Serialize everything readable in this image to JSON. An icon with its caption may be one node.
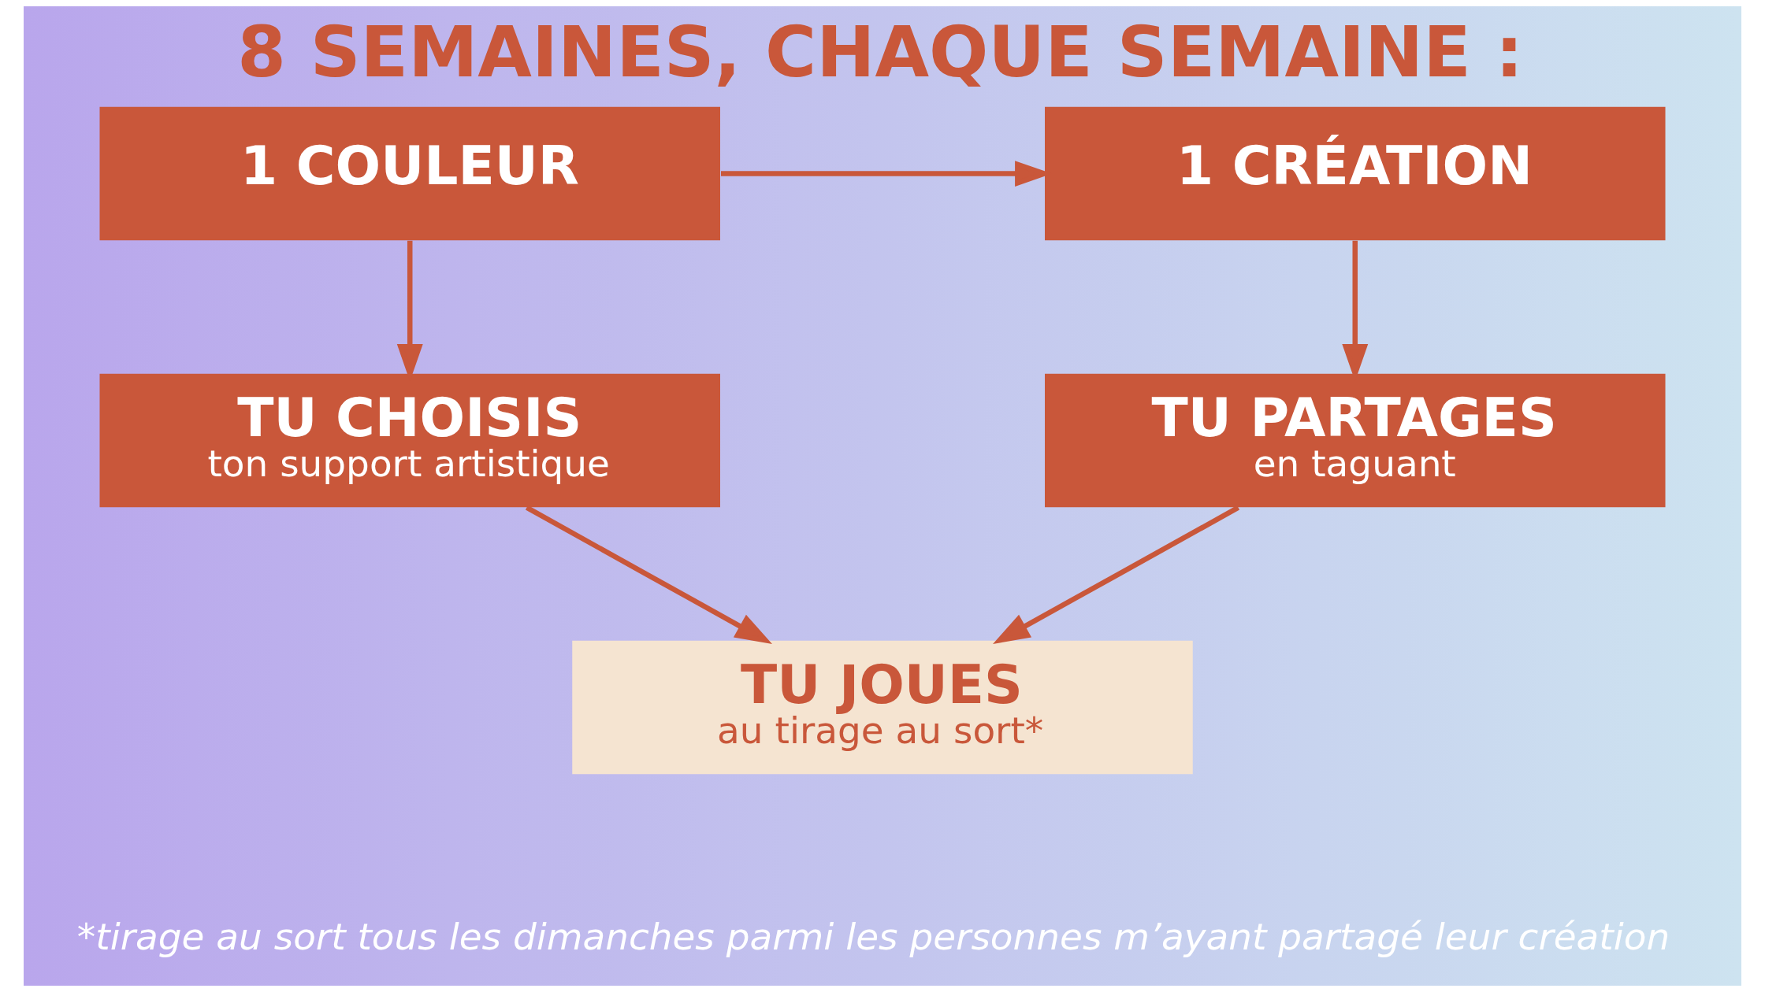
{
  "diagram": {
    "title": "8 SEMAINES, CHAQUE SEMAINE :",
    "nodes": [
      {
        "text": [
          "1 COULEUR"
        ]
      },
      {
        "text": [
          "1 CRÉATION"
        ]
      },
      {
        "text": [
          "TU CHOISIS",
          "ton support artistique"
        ]
      },
      {
        "text": [
          "TU PARTAGES",
          "en taguant"
        ]
      },
      {
        "text": [
          "TU JOUES",
          "au tirage au sort*"
        ]
      }
    ],
    "edges": [
      {
        "from": 0,
        "to": 1,
        "arrow": "to"
      },
      {
        "from": 0,
        "to": 2,
        "arrow": "to"
      },
      {
        "from": 1,
        "to": 3,
        "arrow": "to"
      },
      {
        "from": 2,
        "to": 4,
        "arrow": "to"
      },
      {
        "from": 3,
        "to": 4,
        "arrow": "to"
      }
    ],
    "labels": [
      "*tirage au sort tous les dimanches parmi les personnes m’ayant partagé leur création"
    ]
  }
}
